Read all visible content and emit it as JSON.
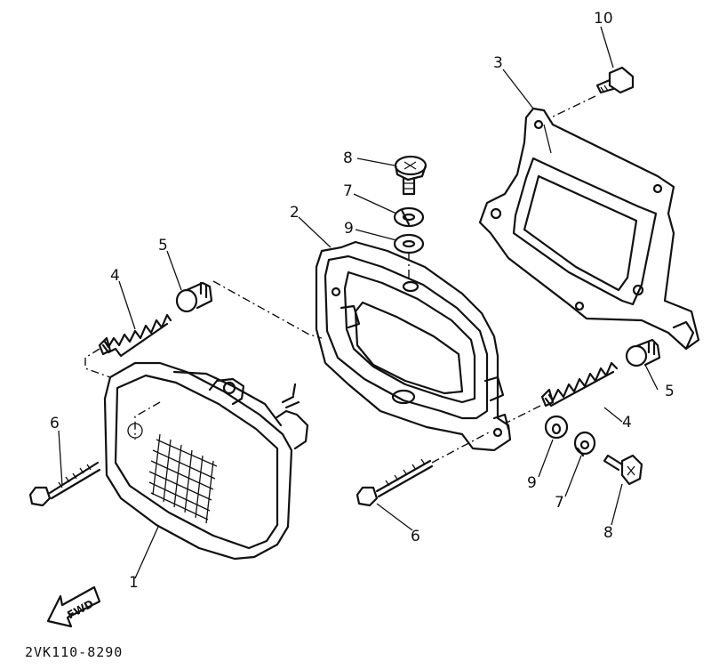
{
  "diagram": {
    "drawing_code": "2VK110-8290",
    "direction_arrow": "FWD",
    "callouts": [
      {
        "id": "c10",
        "label": "10"
      },
      {
        "id": "c3",
        "label": "3"
      },
      {
        "id": "c8a",
        "label": "8"
      },
      {
        "id": "c7a",
        "label": "7"
      },
      {
        "id": "c2",
        "label": "2"
      },
      {
        "id": "c9a",
        "label": "9"
      },
      {
        "id": "c5a",
        "label": "5"
      },
      {
        "id": "c4a",
        "label": "4"
      },
      {
        "id": "c6a",
        "label": "6"
      },
      {
        "id": "c1",
        "label": "1"
      },
      {
        "id": "c5b",
        "label": "5"
      },
      {
        "id": "c4b",
        "label": "4"
      },
      {
        "id": "c9b",
        "label": "9"
      },
      {
        "id": "c7b",
        "label": "7"
      },
      {
        "id": "c8b",
        "label": "8"
      },
      {
        "id": "c6b",
        "label": "6"
      }
    ]
  }
}
